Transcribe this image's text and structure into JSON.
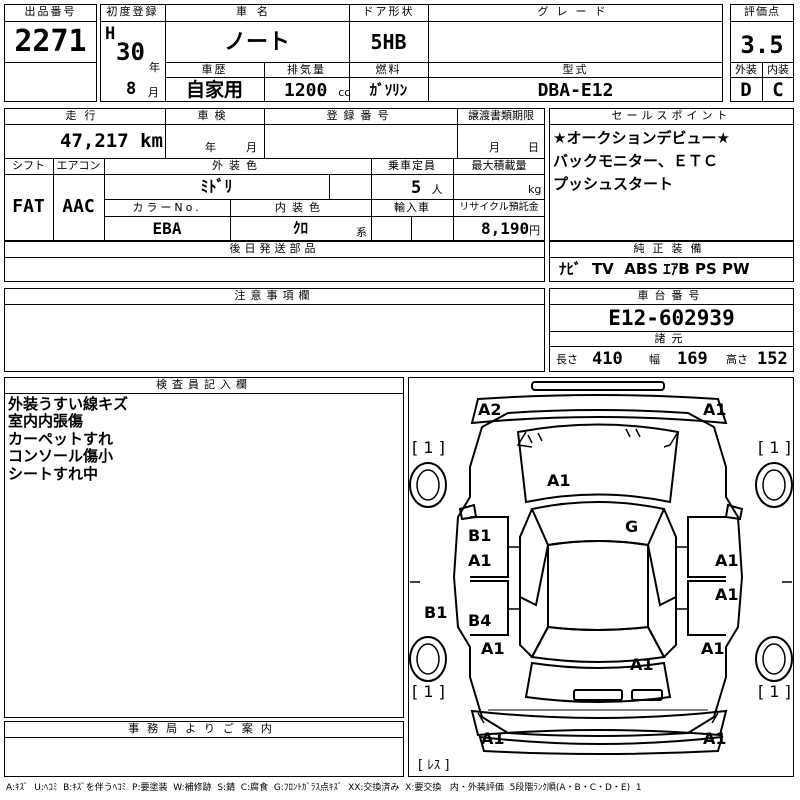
{
  "header": {
    "lot_no_label": "出品番号",
    "lot_no": "2271",
    "first_reg_label": "初度登録",
    "era": "H",
    "year": "30",
    "year_unit": "年",
    "month": "8",
    "month_unit": "月",
    "car_name_label": "車名",
    "car_name": "ノート",
    "door_label": "ドア形状",
    "door": "5HB",
    "grade_label": "グレード",
    "grade": "",
    "score_label": "評価点",
    "score": "3.5",
    "history_label": "車歴",
    "history": "自家用",
    "displacement_label": "排気量",
    "displacement": "1200",
    "displacement_unit": "cc",
    "fuel_label": "燃料",
    "fuel": "ｶﾞｿﾘﾝ",
    "model_label": "型式",
    "model": "DBA-E12",
    "exterior_label": "外装",
    "exterior_grade": "D",
    "interior_label": "内装",
    "interior_grade": "C"
  },
  "row2": {
    "mileage_label": "走行",
    "mileage": "47,217",
    "mileage_unit": "km",
    "inspection_label": "車検",
    "inspection_year_unit": "年",
    "inspection_month_unit": "月",
    "reg_no_label": "登録番号",
    "reg_no": "",
    "transfer_label": "譲渡書類期限",
    "transfer_month_unit": "月",
    "transfer_day_unit": "日",
    "shift_label": "シフト",
    "shift": "FAT",
    "ac_label": "エアコン",
    "ac": "AAC",
    "color_label": "外装色",
    "color": "ﾐﾄﾞﾘ",
    "capacity_label": "乗車定員",
    "capacity": "5",
    "capacity_unit": "人",
    "load_label": "最大積載量",
    "load_unit": "kg",
    "color_no_label": "カラーNo.",
    "color_no": "EBA",
    "interior_color_label": "内装色",
    "interior_color": "ｸﾛ",
    "interior_color_unit": "系",
    "import_label": "輸入車",
    "recycle_label": "リサイクル預託金",
    "recycle_fee": "8,190",
    "recycle_unit": "円",
    "later_parts_label": "後日発送部品"
  },
  "sales_point": {
    "label": "セールスポイント",
    "lines": [
      "★オークションデビュー★",
      "バックモニター、ＥＴＣ",
      "プッシュスタート"
    ]
  },
  "equipment": {
    "label": "純正装備",
    "items": "ﾅﾋﾞ  TV  ABS ｴｱB PS PW"
  },
  "notes": {
    "label": "注意事項欄"
  },
  "chassis": {
    "label": "車台番号",
    "number": "E12-602939",
    "spec_label": "諸元",
    "length_label": "長さ",
    "length": "410",
    "width_label": "幅",
    "width": "169",
    "height_label": "高さ",
    "height": "152"
  },
  "inspector": {
    "label": "検査員記入欄",
    "lines": [
      "外装うすい線キズ",
      "室内内張傷",
      "カーペットすれ",
      "コンソール傷小",
      "シートすれ中"
    ]
  },
  "office": {
    "label": "事務局よりご案内"
  },
  "diagram": {
    "marks": {
      "front_left": "A2",
      "front_right": "A1",
      "tire_fl": "[ 1 ]",
      "tire_fr": "[ 1 ]",
      "hood": "A1",
      "roof": "G",
      "front_door_l_top": "B1",
      "front_door_l": "A1",
      "front_door_r": "A1",
      "rear_door_r": "A1",
      "sill_l": "B1",
      "rear_door_l": "B4",
      "rear_fender_l": "A1",
      "rear_fender_r": "A1",
      "trunk": "A1",
      "tire_rl": "[ 1 ]",
      "tire_rr": "[ 1 ]",
      "rear_bumper_l": "A1",
      "rear_bumper_r": "A1",
      "spare": "[ ﾚｽ ]"
    }
  },
  "legend": "A:ｷｽﾞ  U:ﾍｺﾐ  B:ｷｽﾞを伴うﾍｺﾐ  P:要塗装  W:補修跡  S:錆  C:腐食  G:ﾌﾛﾝﾄｶﾞﾗｽ点ｷｽﾞ  XX:交換済み  X:要交換   内・外装評価  5段階ﾗﾝｸ順(A・B・C・D・E)  1"
}
